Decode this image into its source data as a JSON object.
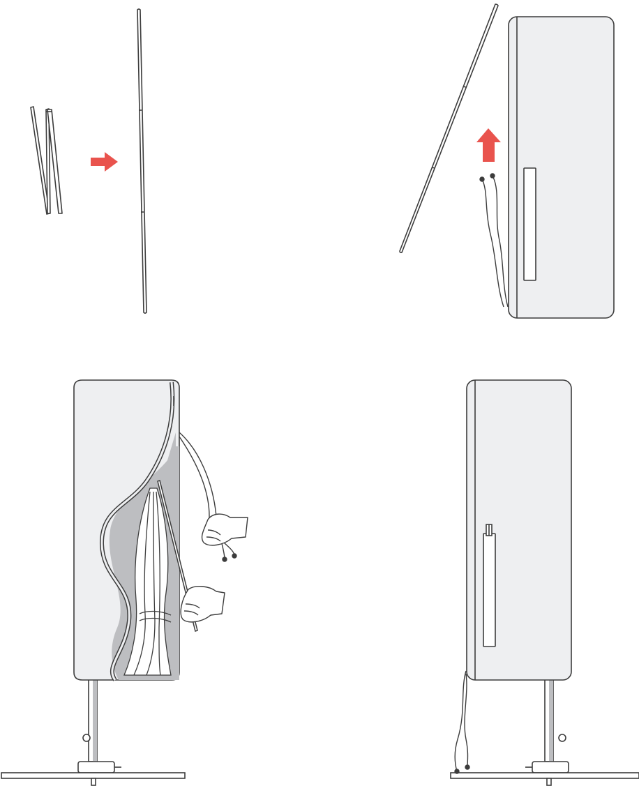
{
  "figure": {
    "panels": [
      {
        "id": "step-1",
        "description_icon": "assemble-pole"
      },
      {
        "id": "step-2",
        "description_icon": "insert-pole-into-cover"
      },
      {
        "id": "step-3",
        "description_icon": "zip-cover-over-umbrella"
      },
      {
        "id": "step-4",
        "description_icon": "covered-umbrella-complete"
      }
    ],
    "colors": {
      "outline": "#3c3c3c",
      "cover_fill": "#eeeff1",
      "shadow_fill": "#bdbec1",
      "arrow": "#e9534d",
      "background": "#ffffff"
    }
  }
}
